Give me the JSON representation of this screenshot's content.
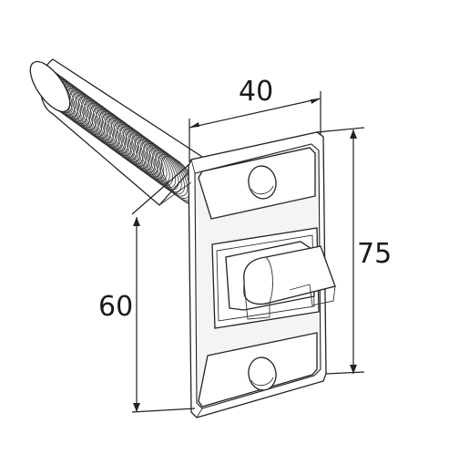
{
  "dimensions": {
    "width": "40",
    "height_total": "75",
    "height_tube": "60"
  },
  "colors": {
    "line": "#222222",
    "background": "#ffffff"
  }
}
